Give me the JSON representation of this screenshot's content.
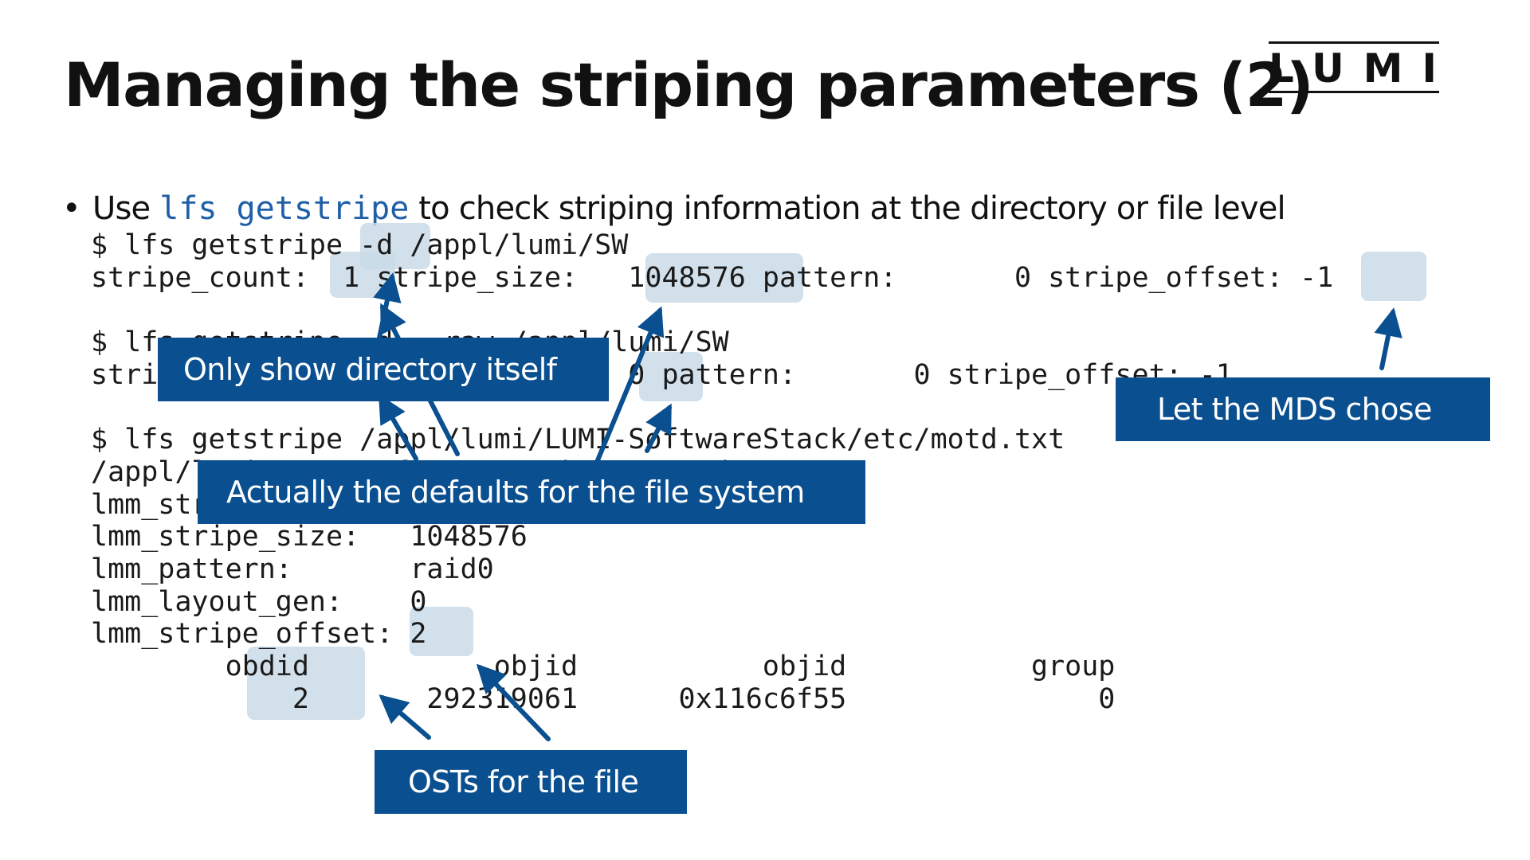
{
  "title": "Managing the striping parameters (2)",
  "logo": {
    "text": "LUMI"
  },
  "bullet": {
    "marker": "•",
    "before": "Use ",
    "command": "lfs getstripe",
    "after": " to check striping information at the directory or file level"
  },
  "terminal": {
    "lines": [
      "$ lfs getstripe -d /appl/lumi/SW",
      "stripe_count:  1 stripe_size:   1048576 pattern:       0 stripe_offset: -1",
      "",
      "$ lfs getstripe -d --raw /appl/lumi/SW",
      "stripe_count:  0 stripe_size:   0 pattern:       0 stripe_offset: -1",
      "",
      "$ lfs getstripe /appl/lumi/LUMI-SoftwareStack/etc/motd.txt",
      "/appl/lumi/LUMI-SoftwareStack/etc/motd.txt",
      "lmm_stripe_count:  1",
      "lmm_stripe_size:   1048576",
      "lmm_pattern:       raid0",
      "lmm_layout_gen:    0",
      "lmm_stripe_offset: 2",
      "        obdid           objid           objid           group",
      "            2       292319061      0x116c6f55               0"
    ]
  },
  "callouts": {
    "directory_itself": "Only show directory itself",
    "defaults": "Actually the defaults for the file system",
    "mds": "Let the MDS chose",
    "osts": "OSTs for the file"
  },
  "colors": {
    "callout_background": "#0a4f8f",
    "highlight": "#c9dae8",
    "arrow": "#0a4f8f",
    "command_text": "#1f5fa8"
  }
}
